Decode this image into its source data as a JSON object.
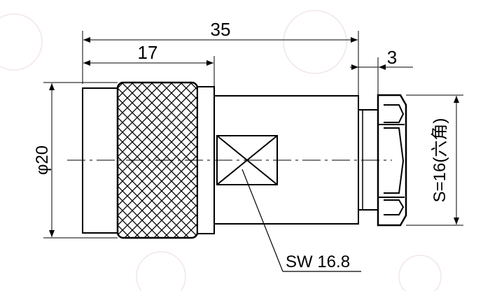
{
  "drawing": {
    "dim_overall_length": "35",
    "dim_knurl_length": "17",
    "dim_nut_width": "3",
    "dim_diameter": "φ20",
    "dim_hex": "S=16(六角)",
    "callout_wrench_flat": "SW 16.8"
  },
  "colors": {
    "line": "#000000",
    "watermark": "#f3e6e6"
  }
}
